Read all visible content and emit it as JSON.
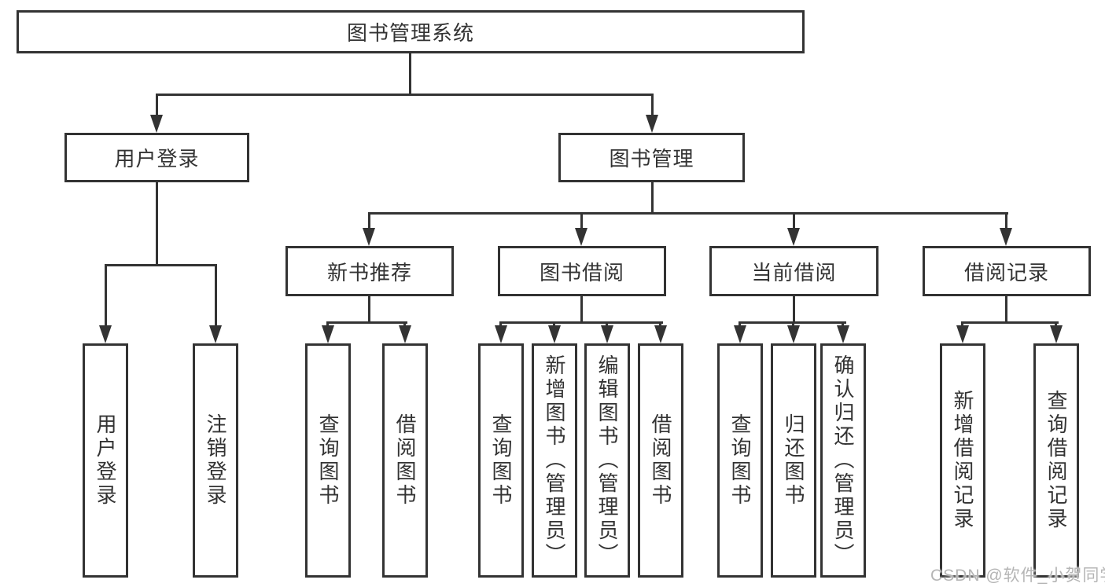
{
  "page": {
    "background_color": "#ffffff",
    "line_color": "#333333",
    "text_color": "#333333"
  },
  "watermark": {
    "text": "CSDN @软件_小贺同学",
    "color": "#b5b5b5"
  },
  "diagram": {
    "type": "hierarchy-tree",
    "root": {
      "label": "图书管理系统"
    },
    "children": [
      {
        "label": "用户登录",
        "children": [
          {
            "label": "用户登录"
          },
          {
            "label": "注销登录"
          }
        ]
      },
      {
        "label": "图书管理",
        "children": [
          {
            "label": "新书推荐",
            "children": [
              {
                "label": "查询图书"
              },
              {
                "label": "借阅图书"
              }
            ]
          },
          {
            "label": "图书借阅",
            "children": [
              {
                "label": "查询图书"
              },
              {
                "label": "新增图书（管理员）"
              },
              {
                "label": "编辑图书（管理员）"
              },
              {
                "label": "借阅图书"
              }
            ]
          },
          {
            "label": "当前借阅",
            "children": [
              {
                "label": "查询图书"
              },
              {
                "label": "归还图书"
              },
              {
                "label": "确认归还（管理员）"
              }
            ]
          },
          {
            "label": "借阅记录",
            "children": [
              {
                "label": "新增借阅记录"
              },
              {
                "label": "查询借阅记录"
              }
            ]
          }
        ]
      }
    ]
  }
}
